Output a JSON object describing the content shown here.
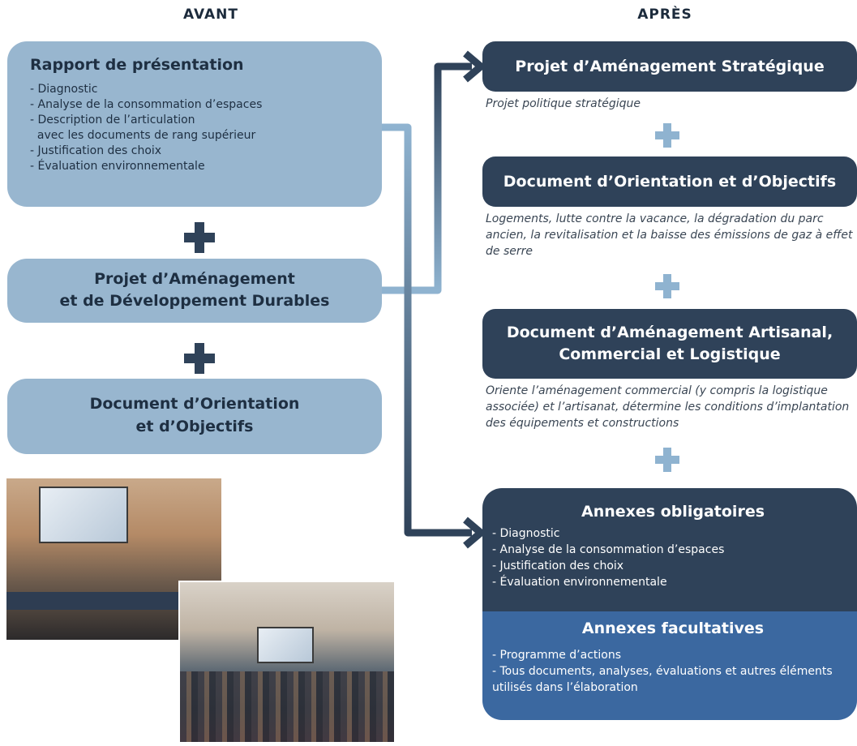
{
  "columns": {
    "before": "AVANT",
    "after": "APRÈS"
  },
  "before": {
    "rapport": {
      "title": "Rapport de présentation",
      "items": [
        "- Diagnostic",
        "- Analyse de la consommation d’espaces",
        "- Description de l’articulation",
        "  avec les documents de rang supérieur",
        "- Justification des choix",
        "- Évaluation environnementale"
      ]
    },
    "padd": {
      "line1": "Projet d’Aménagement",
      "line2": "et de Développement Durables"
    },
    "doo": {
      "line1": "Document d’Orientation",
      "line2": "et d’Objectifs"
    }
  },
  "after": {
    "pas": {
      "title": "Projet d’Aménagement Stratégique",
      "caption": "Projet politique stratégique"
    },
    "doo": {
      "title": "Document d’Orientation et d’Objectifs",
      "caption": "Logements, lutte contre la vacance, la dégradation du parc ancien, la revitalisation et la baisse des émissions de gaz à effet de serre"
    },
    "daacl": {
      "line1": "Document d’Aménagement Artisanal,",
      "line2": "Commercial et Logistique",
      "caption": "Oriente l’aménagement commercial (y compris la logistique associée) et l’artisanat, détermine les conditions d’implantation des équipements et constructions"
    },
    "annexes_obligatoires": {
      "title": "Annexes obligatoires",
      "items": [
        "- Diagnostic",
        "- Analyse de la consommation d’espaces",
        "- Justification des choix",
        "- Évaluation environnementale"
      ]
    },
    "annexes_facultatives": {
      "title": "Annexes facultatives",
      "items": [
        "- Programme d’actions",
        "- Tous documents, analyses, évaluations et autres éléments utilisés dans l’élaboration"
      ]
    }
  },
  "colors": {
    "dark_box": "#2f4259",
    "light_box": "#98b6cf",
    "facultatives": "#3b68a0",
    "plus_light": "#8fb3d0"
  }
}
